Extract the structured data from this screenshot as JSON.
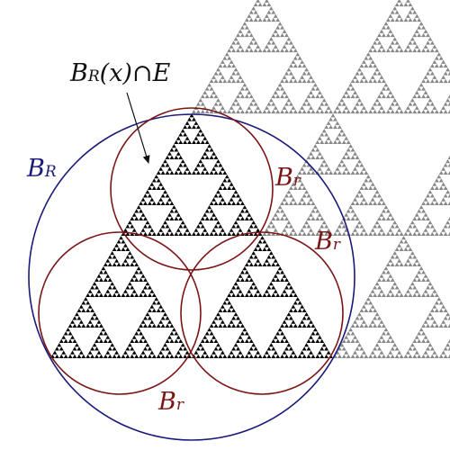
{
  "labels": {
    "intersection": {
      "base": "B",
      "sub": "R",
      "rest": "(x)∩E"
    },
    "big_ball": {
      "base": "B",
      "sub": "R"
    },
    "small_ball_top": {
      "base": "B",
      "sub": "r"
    },
    "small_ball_right": {
      "base": "B",
      "sub": "r"
    },
    "small_ball_bottom": {
      "base": "B",
      "sub": "r"
    }
  },
  "colors": {
    "fractal_main": "#000000",
    "fractal_background": "#888888",
    "big_circle": "#1a1a7a",
    "small_circle": "#7a1515",
    "text": "#111111",
    "arrow": "#111111"
  }
}
